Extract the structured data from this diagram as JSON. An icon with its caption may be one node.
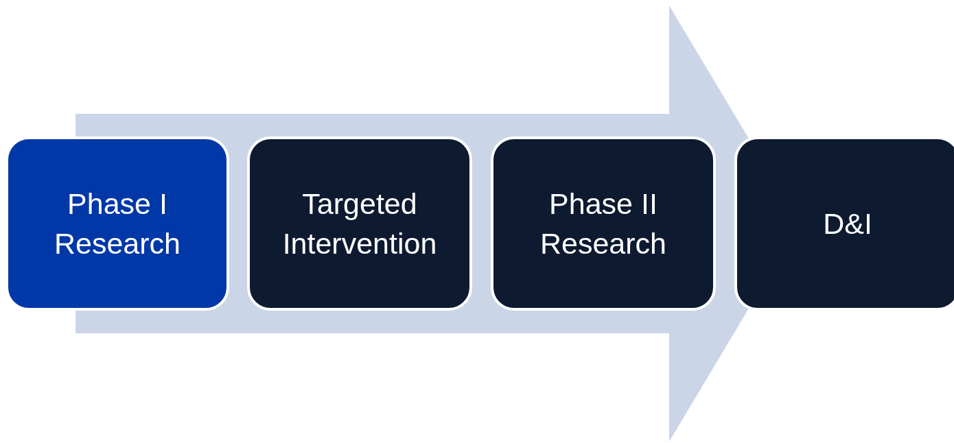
{
  "diagram": {
    "nodes": [
      {
        "text": [
          "Phase I Research"
        ]
      },
      {
        "text": [
          "Targeted Intervention"
        ]
      },
      {
        "text": [
          "Phase II Research"
        ]
      },
      {
        "text": [
          "D&I"
        ]
      }
    ]
  }
}
